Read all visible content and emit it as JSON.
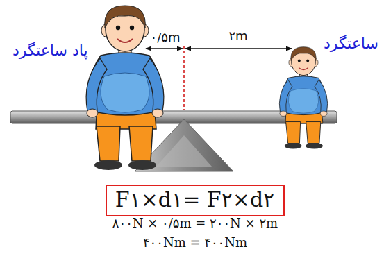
{
  "diagram": {
    "nodes": [
      {
        "text": [
          "F۱×d۱= F۲×d۲"
        ]
      }
    ],
    "labels": [
      "پاد ساعتگرد",
      "۰/۵m",
      "۲m",
      "ساعتگرد",
      "۸۰۰N × ۰/۵m = ۲۰۰N × ۲m",
      "۴۰۰Nm = ۴۰۰Nm"
    ]
  }
}
